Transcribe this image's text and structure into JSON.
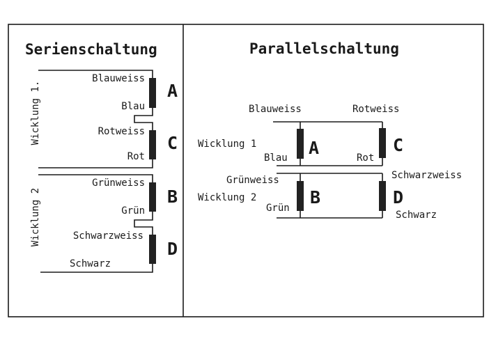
{
  "series": {
    "title": "Serienschaltung",
    "winding1": "Wicklung 1.",
    "winding2": "Wicklung 2",
    "wires": {
      "blauweiss": "Blauweiss",
      "blau": "Blau",
      "rotweiss": "Rotweiss",
      "rot": "Rot",
      "gruenweiss": "Grünweiss",
      "gruen": "Grün",
      "schwarzweiss": "Schwarzweiss",
      "schwarz": "Schwarz"
    },
    "coils": {
      "a": "A",
      "c": "C",
      "b": "B",
      "d": "D"
    }
  },
  "parallel": {
    "title": "Parallelschaltung",
    "winding1": "Wicklung 1",
    "winding2": "Wicklung 2",
    "wires": {
      "blauweiss": "Blauweiss",
      "blau": "Blau",
      "rotweiss": "Rotweiss",
      "rot": "Rot",
      "gruenweiss": "Grünweiss",
      "gruen": "Grün",
      "schwarzweiss": "Schwarzweiss",
      "schwarz": "Schwarz"
    },
    "coils": {
      "a": "A",
      "c": "C",
      "b": "B",
      "d": "D"
    }
  }
}
